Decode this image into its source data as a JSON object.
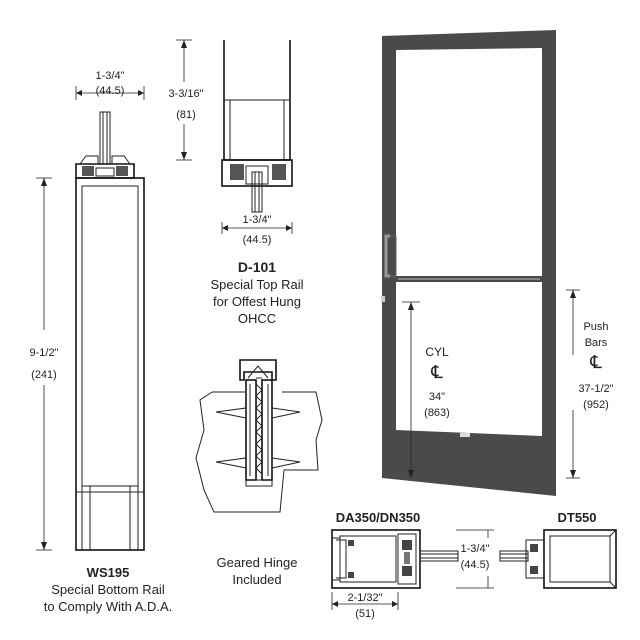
{
  "components": {
    "ws195": {
      "name": "WS195",
      "desc_line1": "Special Bottom Rail",
      "desc_line2": "to Comply With A.D.A.",
      "width_in": "1-3/4\"",
      "width_mm": "(44.5)",
      "height_in": "9-1/2\"",
      "height_mm": "(241)"
    },
    "d101": {
      "name": "D-101",
      "desc_line1": "Special Top Rail",
      "desc_line2": "for Offest Hung",
      "desc_line3": "OHCC",
      "height_in": "3-3/16\"",
      "height_mm": "(81)",
      "width_in": "1-3/4\"",
      "width_mm": "(44.5)"
    },
    "hinge": {
      "line1": "Geared Hinge",
      "line2": "Included"
    },
    "door": {
      "cyl_label": "CYL",
      "cyl_symbol": "℄",
      "cyl_in": "34\"",
      "cyl_mm": "(863)",
      "push_line1": "Push",
      "push_line2": "Bars",
      "push_symbol": "℄",
      "push_in": "37-1/2\"",
      "push_mm": "(952)",
      "frame_color": "#4a4a4a"
    },
    "da350": {
      "name": "DA350/DN350",
      "height_in": "1-3/4\"",
      "height_mm": "(44.5)",
      "width_in": "2-1/32\"",
      "width_mm": "(51)"
    },
    "dt550": {
      "name": "DT550"
    }
  }
}
